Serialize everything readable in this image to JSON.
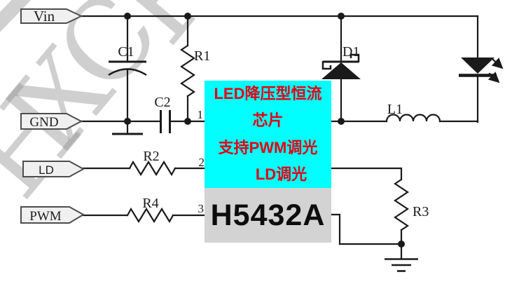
{
  "watermark": {
    "letters": [
      "H",
      "X",
      "C",
      "F"
    ]
  },
  "ports": [
    {
      "label": "Vin"
    },
    {
      "label": "GND"
    },
    {
      "label": "LD"
    },
    {
      "label": "PWM"
    }
  ],
  "components": {
    "c1": "C1",
    "r1": "R1",
    "c2": "C2",
    "r2": "R2",
    "r4": "R4",
    "d1": "D1",
    "l1": "L1",
    "r3": "R3"
  },
  "chip": {
    "pins": [
      "1",
      "2",
      "3"
    ],
    "callout_lines": [
      "LED降压型恒流",
      "芯片",
      "支持PWM调光",
      "LD调光"
    ],
    "part_number": "H5432A",
    "colors": {
      "callout_bg": "#00ffff",
      "callout_text": "#e60012",
      "part_bg": "#d3d3d3",
      "part_text": "#0d0d0d",
      "wire": "#1a1a1a",
      "watermark": "#8a8a8a"
    }
  }
}
